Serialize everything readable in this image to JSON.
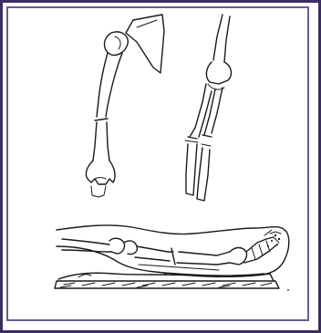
{
  "figure": {
    "frame_color": "#3b2d63",
    "inner_frame_color": "#6b5a93",
    "ink_color": "#1a1a1a",
    "panels": [
      {
        "name": "humerus-shaft-fracture",
        "icon": "humerus-with-scapula"
      },
      {
        "name": "forearm-double-fracture",
        "icon": "radius-ulna"
      },
      {
        "name": "lower-limb-on-splint",
        "icon": "leg-on-board"
      }
    ]
  }
}
